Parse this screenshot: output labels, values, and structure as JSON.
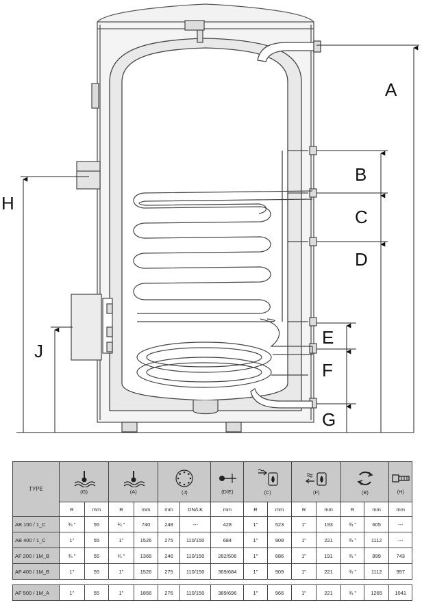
{
  "diagram": {
    "letters": {
      "A": "A",
      "B": "B",
      "C": "C",
      "D": "D",
      "E": "E",
      "F": "F",
      "G": "G",
      "H": "H",
      "J": "J"
    }
  },
  "table": {
    "type_header": "TYPE",
    "columns": [
      {
        "key": "G",
        "label": "(G)",
        "icon": "cold-water-inlet-icon"
      },
      {
        "key": "A",
        "label": "(A)",
        "icon": "hot-water-outlet-icon"
      },
      {
        "key": "J",
        "label": "(J)",
        "icon": "flange-icon"
      },
      {
        "key": "DE",
        "label": "(D/E)",
        "icon": "thermometer-sensor-icon"
      },
      {
        "key": "C",
        "label": "(C)",
        "icon": "heating-flow-icon"
      },
      {
        "key": "F",
        "label": "(F)",
        "icon": "heating-return-icon"
      },
      {
        "key": "B",
        "label": "(B)",
        "icon": "circulation-icon"
      },
      {
        "key": "H",
        "label": "(H)",
        "icon": "electric-heater-icon"
      }
    ],
    "units": [
      "R",
      "mm",
      "R",
      "mm",
      "mm",
      "DN/LK",
      "mm",
      "R",
      "mm",
      "R",
      "mm",
      "R",
      "mm",
      "mm"
    ],
    "rows": [
      {
        "model": "AB 100 / 1_C",
        "cells": [
          "¾ \"",
          "55",
          "¾ \"",
          "740",
          "248",
          "---",
          "428",
          "1\"",
          "523",
          "1\"",
          "193",
          "¾ \"",
          "605",
          "---"
        ]
      },
      {
        "model": "AB 400 / 1_C",
        "cells": [
          "1\"",
          "55",
          "1\"",
          "1526",
          "275",
          "110/150",
          "684",
          "1\"",
          "909",
          "1\"",
          "221",
          "¾ \"",
          "1112",
          "---"
        ]
      },
      {
        "model": "AF 200 / 1M_B",
        "cells": [
          "¾ \"",
          "55",
          "¾ \"",
          "1366",
          "246",
          "110/150",
          "282/506",
          "1\"",
          "686",
          "1\"",
          "191",
          "¾ \"",
          "899",
          "743"
        ]
      },
      {
        "model": "AF 400 / 1M_B",
        "cells": [
          "1\"",
          "55",
          "1\"",
          "1526",
          "275",
          "110/150",
          "369/684",
          "1\"",
          "909",
          "1\"",
          "221",
          "¾ \"",
          "1112",
          "957"
        ]
      },
      {
        "model": "AF 500 / 1M_A",
        "cells": [
          "1\"",
          "55",
          "1\"",
          "1856",
          "276",
          "110/150",
          "389/696",
          "1\"",
          "966",
          "1\"",
          "221",
          "¾ \"",
          "1265",
          "1041"
        ]
      }
    ]
  }
}
